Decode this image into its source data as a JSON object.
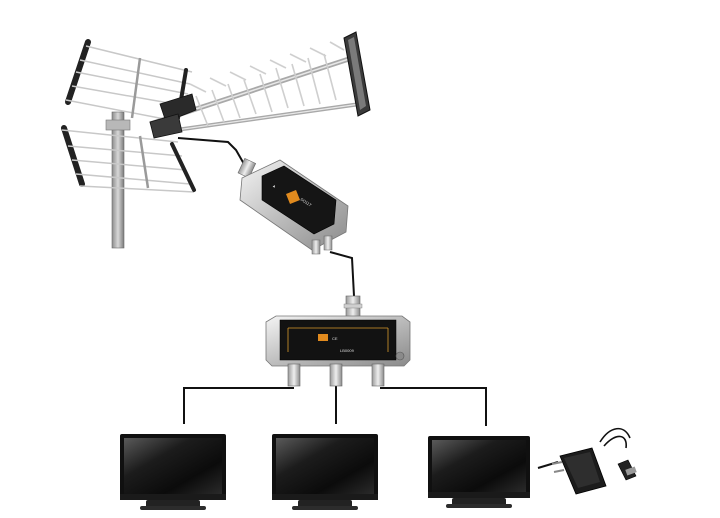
{
  "diagram": {
    "components": [
      {
        "id": "antenna",
        "kind": "antenna-icon"
      },
      {
        "id": "amplifier",
        "kind": "amplifier-icon",
        "label": "SO11T"
      },
      {
        "id": "splitter",
        "kind": "splitter-icon",
        "label": "LB0009"
      },
      {
        "id": "tv-1",
        "kind": "tv-icon"
      },
      {
        "id": "tv-2",
        "kind": "tv-icon"
      },
      {
        "id": "tv-3",
        "kind": "tv-icon"
      },
      {
        "id": "power-supply",
        "kind": "power-supply-icon"
      }
    ],
    "connections": [
      {
        "from": "antenna",
        "to": "amplifier"
      },
      {
        "from": "amplifier",
        "to": "splitter"
      },
      {
        "from": "splitter",
        "to": "tv-1"
      },
      {
        "from": "splitter",
        "to": "tv-2"
      },
      {
        "from": "splitter",
        "to": "tv-3"
      },
      {
        "from": "power-supply",
        "to": "tv-3"
      }
    ]
  }
}
